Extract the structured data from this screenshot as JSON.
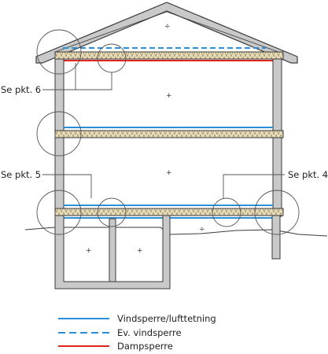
{
  "diagram": {
    "callouts": {
      "pkt6": "Se pkt. 6",
      "pkt5": "Se pkt. 5",
      "pkt4": "Se pkt. 4"
    },
    "room_marker": "+",
    "outdoor_marker": "÷"
  },
  "legend": {
    "items": [
      {
        "label": "Vindsperre/lufttetning",
        "style": "solid",
        "color": "#2a8fd6"
      },
      {
        "label": "Ev. vindsperre",
        "style": "dashed",
        "color": "#2a8fd6"
      },
      {
        "label": "Dampsperre",
        "style": "solid",
        "color": "#e0241b"
      }
    ]
  },
  "colors": {
    "wall_fill": "#c9c9c9",
    "outline": "#3a3a3a",
    "insulation": "#e8dcb8",
    "wind_barrier": "#2a8fd6",
    "vapour_barrier": "#e0241b",
    "detail_circle": "#555555"
  }
}
